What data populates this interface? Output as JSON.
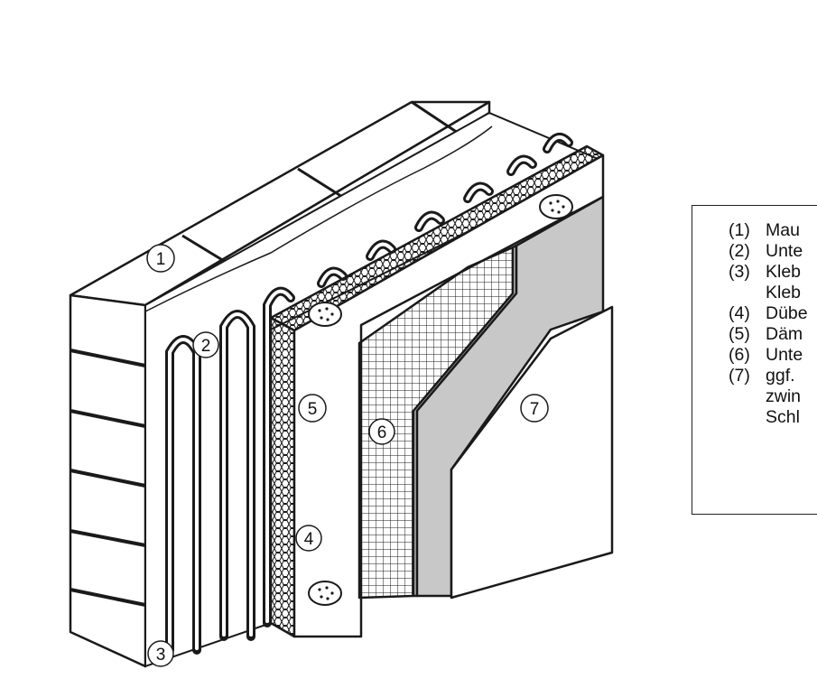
{
  "figure": {
    "callouts": [
      {
        "id": "1",
        "label": "1"
      },
      {
        "id": "2",
        "label": "2"
      },
      {
        "id": "3",
        "label": "3"
      },
      {
        "id": "4",
        "label": "4"
      },
      {
        "id": "5",
        "label": "5"
      },
      {
        "id": "6",
        "label": "6"
      },
      {
        "id": "7",
        "label": "7"
      }
    ]
  },
  "legend": {
    "items": [
      {
        "num": "(1)",
        "lines": [
          "Mau"
        ]
      },
      {
        "num": "(2)",
        "lines": [
          "Unte"
        ]
      },
      {
        "num": "(3)",
        "lines": [
          "Kleb",
          "Kleb"
        ]
      },
      {
        "num": "(4)",
        "lines": [
          "Dübe"
        ]
      },
      {
        "num": "(5)",
        "lines": [
          "Däm"
        ]
      },
      {
        "num": "(6)",
        "lines": [
          "Unte"
        ]
      },
      {
        "num": "(7)",
        "lines": [
          "ggf.",
          "zwin",
          "Schl"
        ]
      }
    ]
  },
  "colors": {
    "line": "#1a1a1a",
    "plaster_grey": "#c8c8c8",
    "background": "#ffffff"
  }
}
